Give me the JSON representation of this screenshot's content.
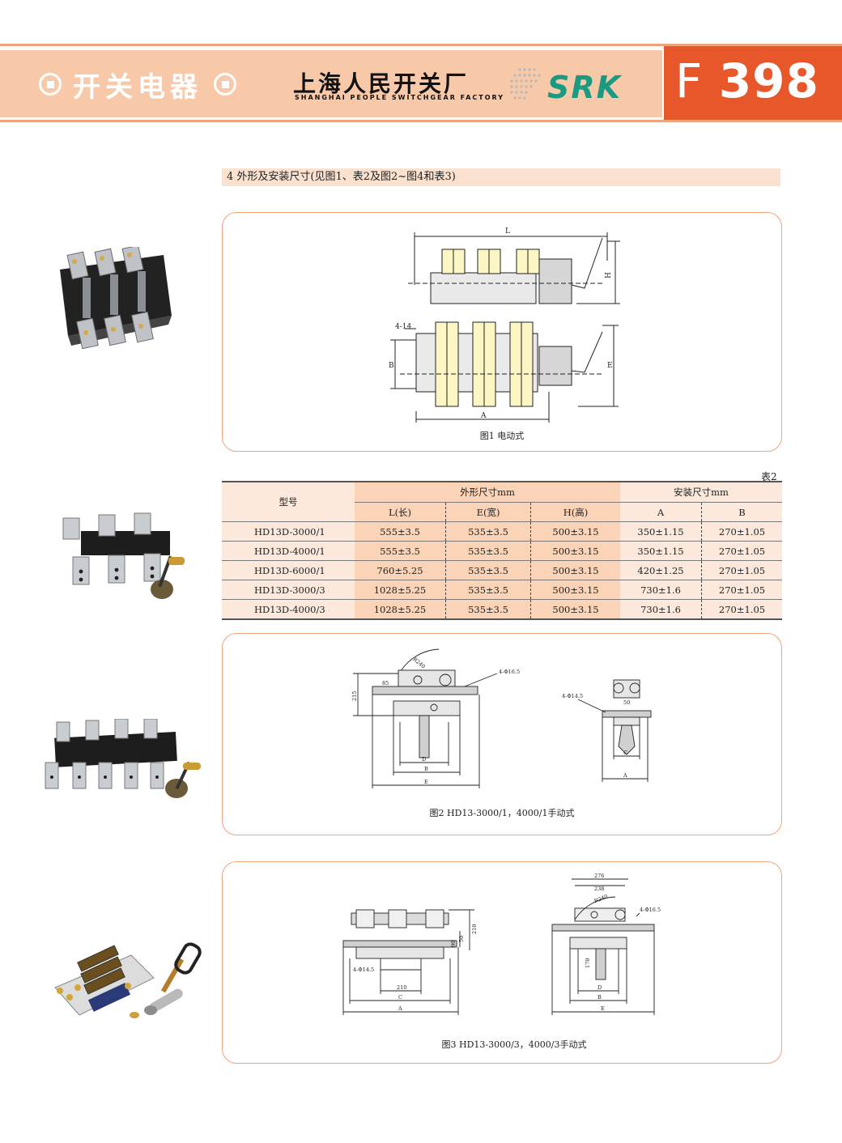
{
  "header": {
    "category": "开关电器",
    "company_cn": "上海人民开关厂",
    "company_en": "SHANGHAI PEOPLE SWITCHGEAR FACTORY",
    "logo": "SRK",
    "page_letter": "F",
    "page_number": "398",
    "colors": {
      "band": "#f8c9a9",
      "accent": "#e8572a",
      "logo": "#1a9a82"
    }
  },
  "section": {
    "title": "4  外形及安装尺寸(见图1、表2及图2~图4和表3)"
  },
  "fig1": {
    "caption": "图1 电动式",
    "labels": {
      "L": "L",
      "H": "H",
      "hole": "4-14",
      "B": "B",
      "E": "E",
      "A": "A"
    }
  },
  "table": {
    "label": "表2",
    "head_model": "型号",
    "head_outline": "外形尺寸mm",
    "head_mount": "安装尺寸mm",
    "cols": [
      "L(长)",
      "E(宽)",
      "H(高)",
      "A",
      "B"
    ],
    "rows": [
      {
        "model": "HD13D-3000/1",
        "L": "555±3.5",
        "E": "535±3.5",
        "H": "500±3.15",
        "A": "350±1.15",
        "B": "270±1.05"
      },
      {
        "model": "HD13D-4000/1",
        "L": "555±3.5",
        "E": "535±3.5",
        "H": "500±3.15",
        "A": "350±1.15",
        "B": "270±1.05"
      },
      {
        "model": "HD13D-6000/1",
        "L": "760±5.25",
        "E": "535±3.5",
        "H": "500±3.15",
        "A": "420±1.25",
        "B": "270±1.05"
      },
      {
        "model": "HD13D-3000/3",
        "L": "1028±5.25",
        "E": "535±3.5",
        "H": "500±3.15",
        "A": "730±1.6",
        "B": "270±1.05"
      },
      {
        "model": "HD13D-4000/3",
        "L": "1028±5.25",
        "E": "535±3.5",
        "H": "500±3.15",
        "A": "730±1.6",
        "B": "270±1.05"
      }
    ]
  },
  "fig2": {
    "caption": "图2 HD13-3000/1，4000/1手动式",
    "labels": {
      "r": "R240",
      "h215": "215",
      "d85": "85",
      "hole1": "4-Φ16.5",
      "hole2": "4-Φ14.5",
      "d50": "50",
      "D": "D",
      "B": "B",
      "E": "E",
      "C": "C",
      "A": "A"
    }
  },
  "fig3": {
    "caption": "图3  HD13-3000/3，4000/3手动式",
    "labels": {
      "h210": "210",
      "d50": "50",
      "d90": "90",
      "hole1": "4-Φ14.5",
      "w210": "210",
      "C": "C",
      "A": "A",
      "d276": "276",
      "d238": "238",
      "r": "R240",
      "hole2": "4-Φ16.5",
      "h170": "170",
      "D": "D",
      "B": "B",
      "E": "E"
    }
  }
}
